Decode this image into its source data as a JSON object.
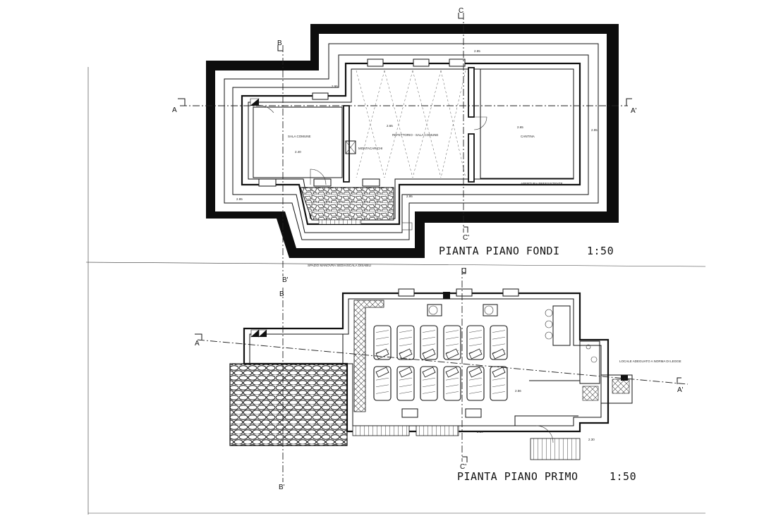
{
  "sheet": {
    "title_ground": "PIANTA PIANO FONDI",
    "title_first": "PIANTA PIANO PRIMO",
    "scale_ground": "1:50",
    "scale_first": "1:50"
  },
  "sections": {
    "a": "A",
    "a_prime": "A'",
    "b": "B",
    "b_prime": "B'",
    "c": "C",
    "c_prime": "C'"
  },
  "ground_rooms": {
    "sala_comune": "SALA COMUNE",
    "refettorio": "REFETTORIO - SALA COMUNE",
    "cantina": "CANTINA",
    "note_small": "MONTACARICHI",
    "note_stair": "SPAZIO MANOVRA SEDIA/SCALA DISABILI",
    "note_existing": "APERTURA PREESISTENTE"
  },
  "first_rooms": {
    "bagno_note": "LOCALE ADEGUATO A NORMA DI LEGGE"
  },
  "elevations": {
    "g1": "2.95",
    "g2": "2.95",
    "g3": "2.95",
    "g4": "2.95",
    "g5": "2.95",
    "g6": "2.40",
    "g7": "2.65",
    "g8": "2.65",
    "f1": "2.56",
    "f2": "2.30",
    "f3": "2.30"
  }
}
